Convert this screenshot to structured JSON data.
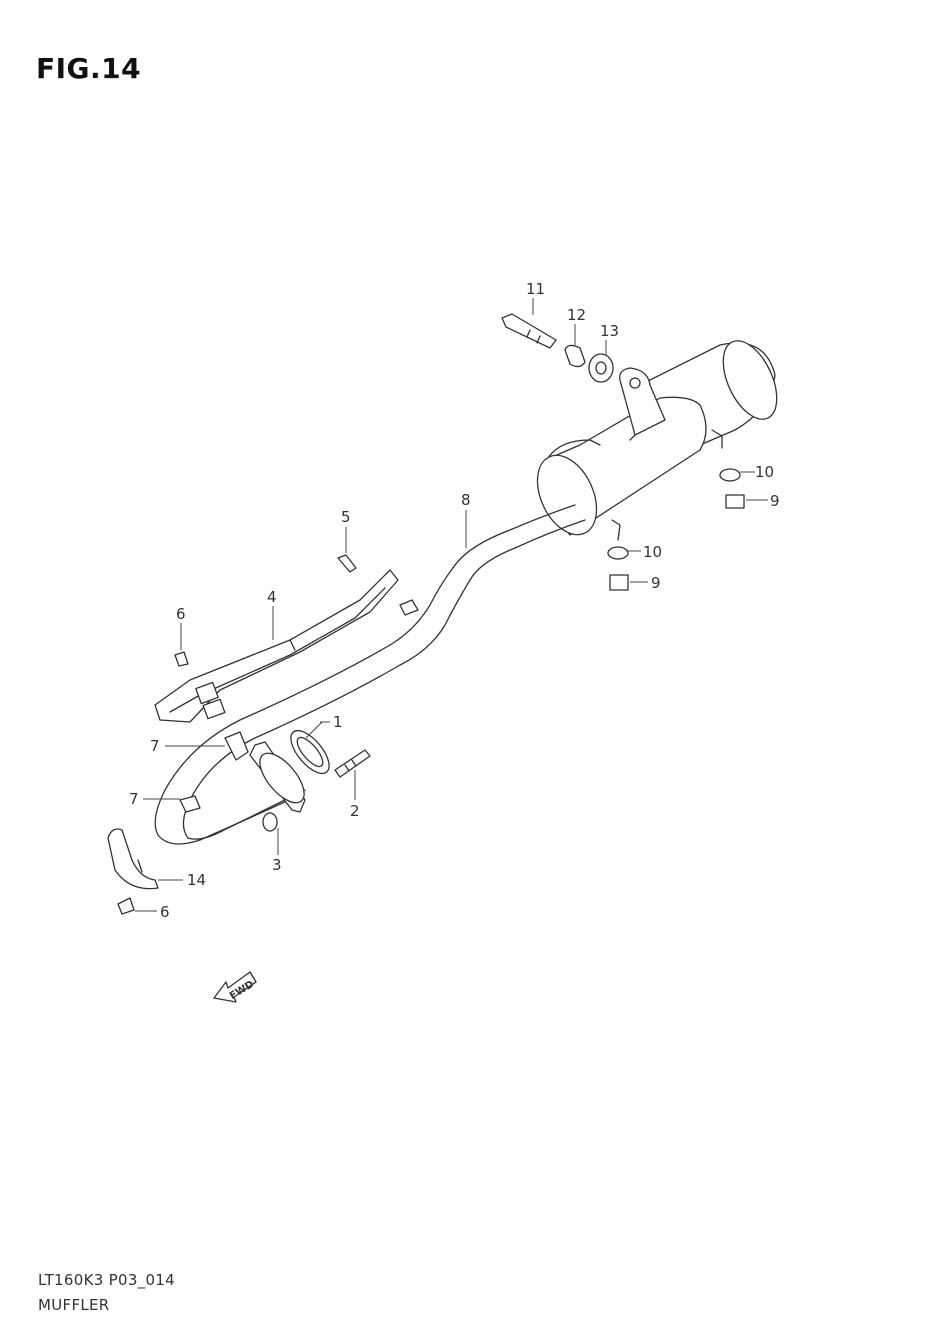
{
  "figure": {
    "title": "FIG.14",
    "model_code": "LT160K3 P03_014",
    "section_name": "MUFFLER"
  },
  "fwd_indicator": {
    "label": "FWD"
  },
  "callouts": {
    "c1": "1",
    "c2": "2",
    "c3": "3",
    "c4": "4",
    "c5": "5",
    "c6a": "6",
    "c6b": "6",
    "c7a": "7",
    "c7b": "7",
    "c8": "8",
    "c9a": "9",
    "c9b": "9",
    "c10a": "10",
    "c10b": "10",
    "c11": "11",
    "c12": "12",
    "c13": "13",
    "c14": "14"
  },
  "colors": {
    "line": "#333333",
    "text": "#222222",
    "background": "#ffffff"
  }
}
